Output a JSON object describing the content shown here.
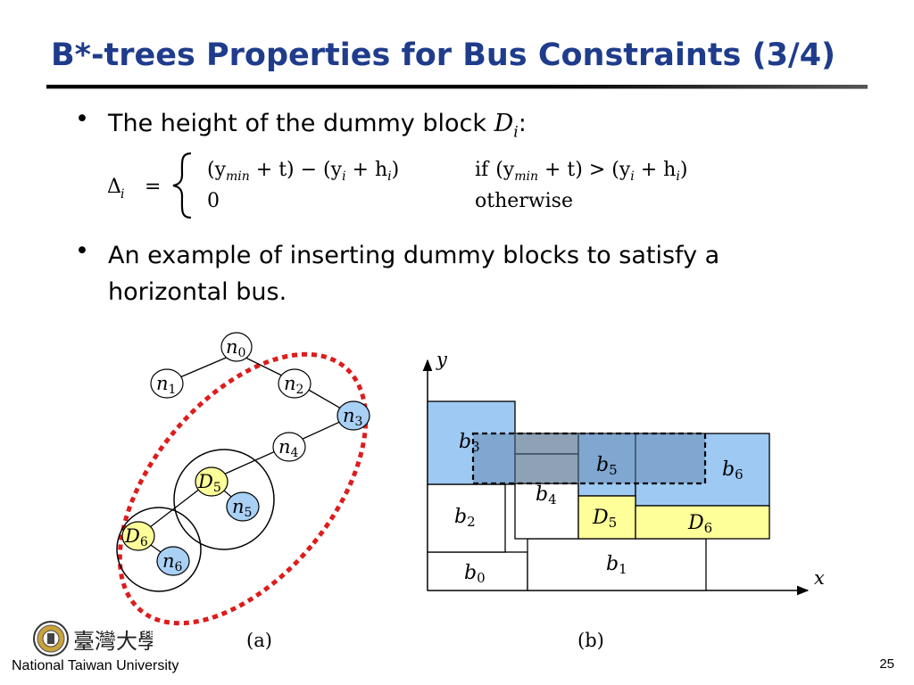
{
  "slide": {
    "title": "B*-trees Properties for Bus Constraints (3/4)",
    "page_number": "25",
    "footer": "National Taiwan University",
    "logo_text": "臺灣大學"
  },
  "bullets": [
    {
      "marker": "•",
      "text": "The height of the dummy block ",
      "var": "D",
      "sub": "i",
      "suffix": ":"
    },
    {
      "marker": "•",
      "text": "An example of inserting dummy blocks to satisfy a horizontal bus."
    }
  ],
  "equation": {
    "lhs": "Δ",
    "lhs_sub": "i",
    "eq": "=",
    "case1_expr": "(y",
    "case1_expr_sub": "min",
    "case1_expr_mid": " + t) − (y",
    "case1_expr_sub2": "i",
    "case1_expr_mid2": " + h",
    "case1_expr_sub3": "i",
    "case1_expr_end": ")",
    "case1_cond_if": "if",
    "case1_cond": "(y",
    "case1_cond_sub": "min",
    "case1_cond_mid": " + t) > (y",
    "case1_cond_sub2": "i",
    "case1_cond_mid2": " + h",
    "case1_cond_sub3": "i",
    "case1_cond_end": ")",
    "case2_expr": "0",
    "case2_cond": "otherwise"
  },
  "tree": {
    "caption": "(a)",
    "nodes": [
      {
        "name": "n",
        "sub": "0"
      },
      {
        "name": "n",
        "sub": "1"
      },
      {
        "name": "n",
        "sub": "2"
      },
      {
        "name": "n",
        "sub": "3"
      },
      {
        "name": "n",
        "sub": "4"
      },
      {
        "name": "D",
        "sub": "5"
      },
      {
        "name": "n",
        "sub": "5"
      },
      {
        "name": "D",
        "sub": "6"
      },
      {
        "name": "n",
        "sub": "6"
      }
    ]
  },
  "floorplan": {
    "caption": "(b)",
    "axis_x": "x",
    "axis_y": "y",
    "blocks": [
      {
        "name": "b",
        "sub": "0"
      },
      {
        "name": "b",
        "sub": "1"
      },
      {
        "name": "b",
        "sub": "2"
      },
      {
        "name": "b",
        "sub": "3"
      },
      {
        "name": "b",
        "sub": "4"
      },
      {
        "name": "b",
        "sub": "5"
      },
      {
        "name": "b",
        "sub": "6"
      },
      {
        "name": "D",
        "sub": "5"
      },
      {
        "name": "D",
        "sub": "6"
      }
    ]
  },
  "colors": {
    "title": "#1f3c8c",
    "blue_node": "#a9d0f5",
    "yellow_node": "#ffff99",
    "block_blue": "#9ec9f3",
    "bus_gray": "#bdbdbd",
    "dashed_red": "#dd1c1c"
  }
}
